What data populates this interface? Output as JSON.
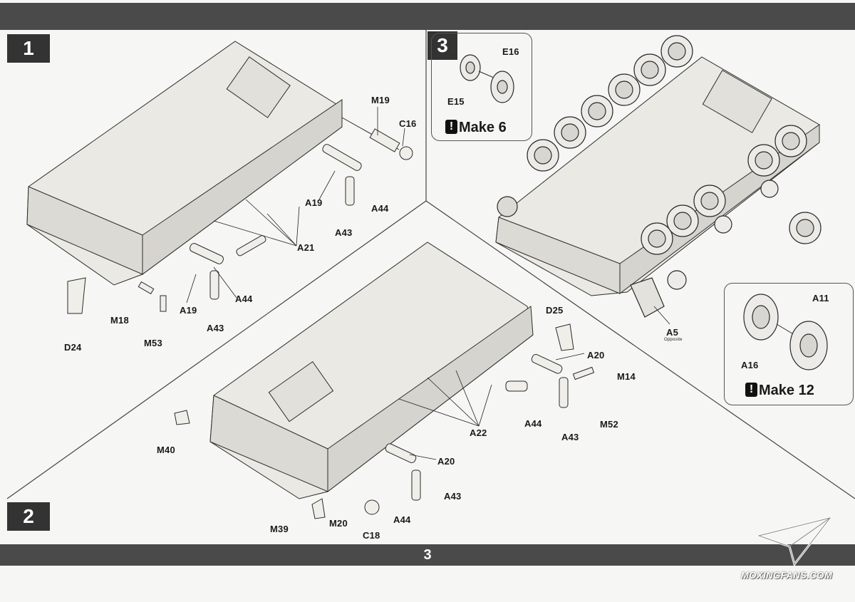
{
  "page_number": "3",
  "steps": [
    {
      "number": "1"
    },
    {
      "number": "2"
    },
    {
      "number": "3"
    }
  ],
  "step1_labels": {
    "m19": "M19",
    "c16": "C16",
    "a19_top": "A19",
    "a44_top": "A44",
    "a43_top": "A43",
    "a21": "A21",
    "a44_bot": "A44",
    "a19_bot": "A19",
    "a43_bot": "A43",
    "m18": "M18",
    "m53": "M53",
    "d24": "D24"
  },
  "step2_labels": {
    "d25": "D25",
    "a20_top": "A20",
    "m14": "M14",
    "m52": "M52",
    "a44_top": "A44",
    "a43_top": "A43",
    "a22": "A22",
    "m40": "M40",
    "a20_bot": "A20",
    "a43_bot": "A43",
    "a44_bot": "A44",
    "m39": "M39",
    "m20": "M20",
    "c18": "C18"
  },
  "step3_labels": {
    "e16": "E16",
    "e15": "E15",
    "make6": "Make 6",
    "a5": "A5",
    "a5_note": "Opposite",
    "a11": "A11",
    "a16": "A16",
    "make12": "Make 12"
  },
  "watermark": "MOXINGFANS.COM",
  "colors": {
    "bar": "#4a4a4a",
    "part": "#e9e7e2",
    "line": "#2b2b2b"
  }
}
